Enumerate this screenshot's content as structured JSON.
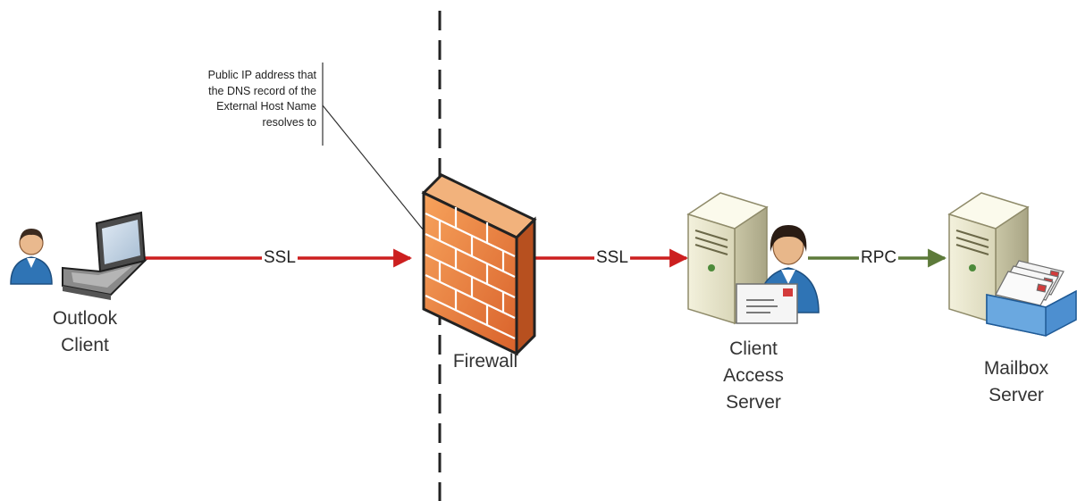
{
  "annotation": {
    "lines": [
      "Public IP address that",
      "the DNS record of the",
      "External Host Name",
      "resolves to"
    ]
  },
  "nodes": {
    "outlook_client": {
      "lines": [
        "Outlook",
        "Client"
      ]
    },
    "firewall": {
      "lines": [
        "Firewall"
      ]
    },
    "client_access_server": {
      "lines": [
        "Client",
        "Access",
        "Server"
      ]
    },
    "mailbox_server": {
      "lines": [
        "Mailbox",
        "Server"
      ]
    }
  },
  "connections": {
    "client_to_firewall": {
      "label": "SSL",
      "color": "#cc1f1f"
    },
    "firewall_to_cas": {
      "label": "SSL",
      "color": "#cc1f1f"
    },
    "cas_to_mailbox": {
      "label": "RPC",
      "color": "#5d7a3a"
    }
  },
  "icons": [
    "user-icon",
    "laptop-icon",
    "firewall-icon",
    "server-icon",
    "envelope-icon",
    "mailbox-tray-icon"
  ]
}
